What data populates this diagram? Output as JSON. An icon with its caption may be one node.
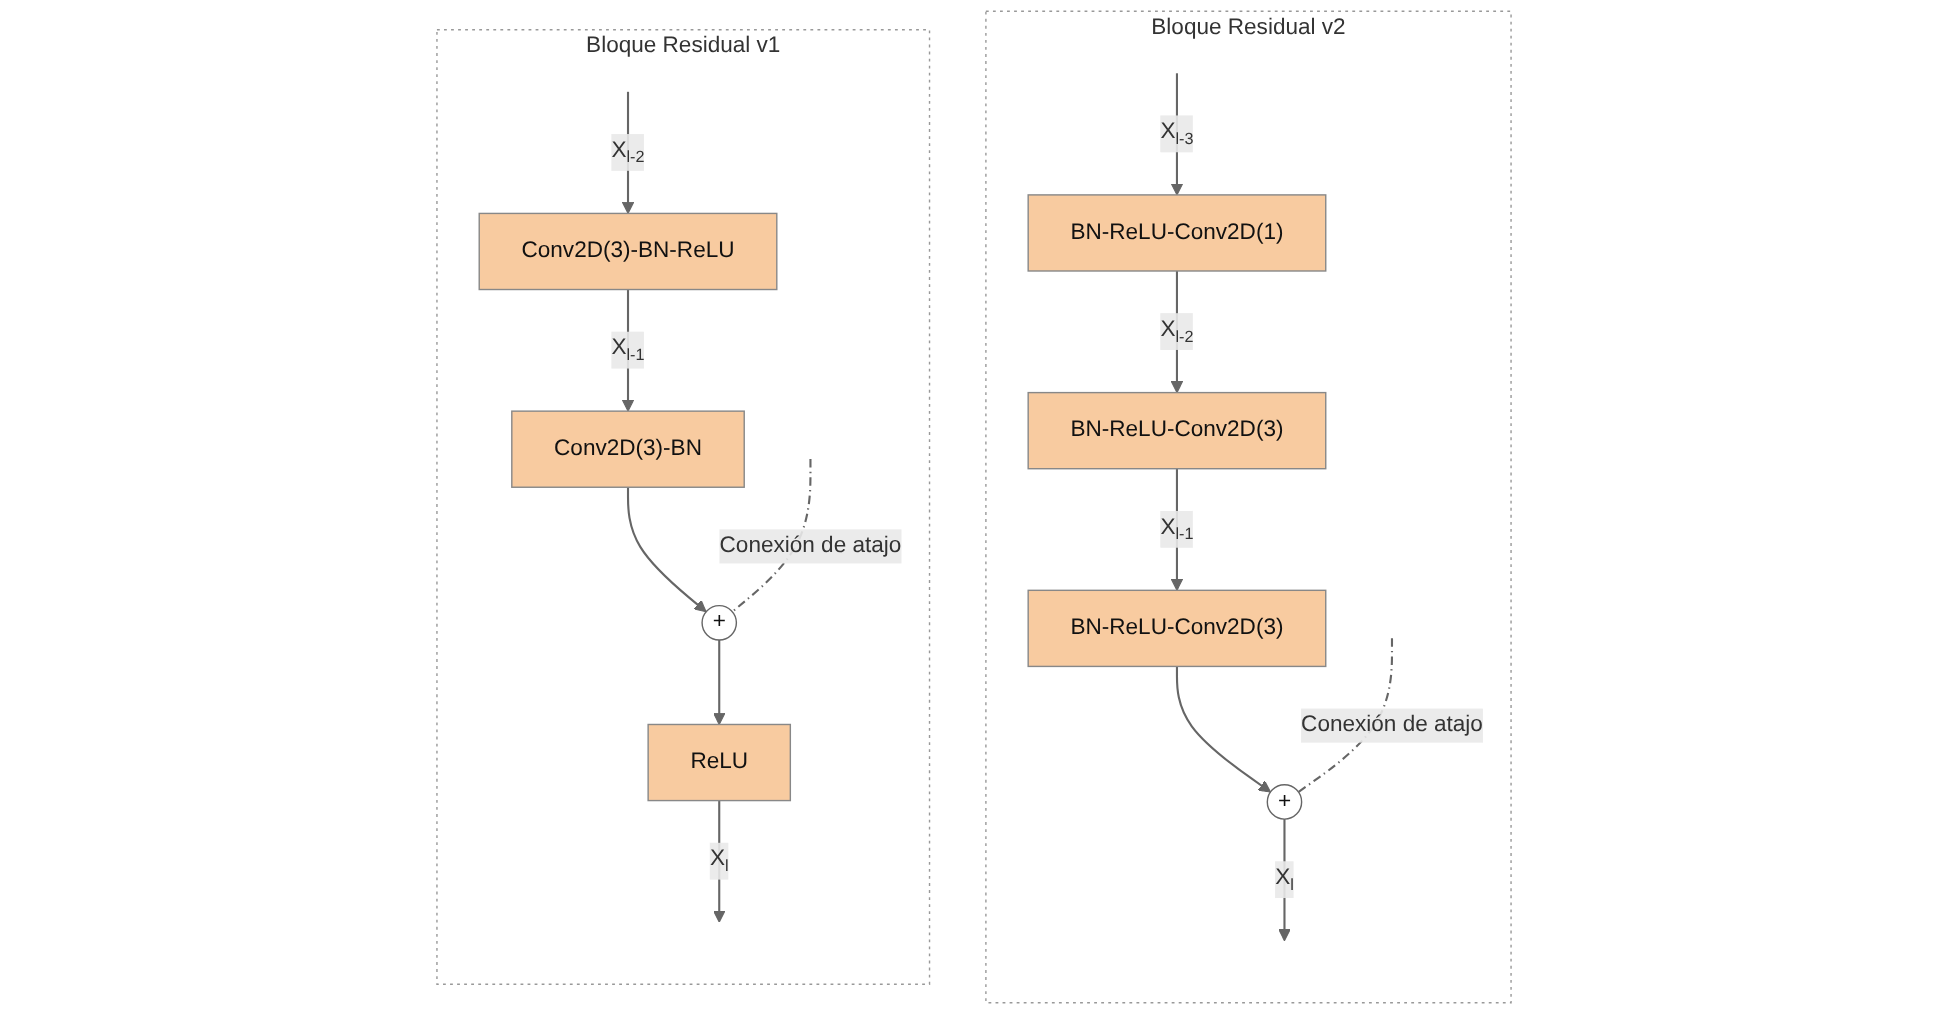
{
  "diagram": {
    "nodes": [
      {
        "text": [
          "Bloque Residual v1"
        ]
      },
      {
        "text": [
          "Conv2D(3)-BN-ReLU"
        ],
        "in": 0
      },
      {
        "text": [
          "Conv2D(3)-BN"
        ],
        "in": 0
      },
      {
        "text": [
          "+"
        ],
        "in": 0
      },
      {
        "text": [
          "ReLU"
        ],
        "in": 0
      },
      {
        "text": [
          "Bloque Residual v2"
        ]
      },
      {
        "text": [
          "BN-ReLU-Conv2D(1)"
        ],
        "in": 5
      },
      {
        "text": [
          "BN-ReLU-Conv2D(3)"
        ],
        "in": 5
      },
      {
        "text": [
          "BN-ReLU-Conv2D(3)"
        ],
        "in": 5
      },
      {
        "text": [
          "+"
        ],
        "in": 5
      }
    ],
    "edges": [
      {
        "from": null,
        "to": 1,
        "arrow": "to",
        "label": "X$_{l-2}$"
      },
      {
        "from": 1,
        "to": 2,
        "arrow": "to",
        "label": "X$_{l-1}$"
      },
      {
        "from": 2,
        "to": 3,
        "arrow": "to"
      },
      {
        "from": null,
        "to": 3,
        "arrow": "none",
        "style": "dashed",
        "label": "Conexión de atajo"
      },
      {
        "from": 3,
        "to": 4,
        "arrow": "to"
      },
      {
        "from": 4,
        "to": null,
        "arrow": "to",
        "label": "X$_{l}$"
      },
      {
        "from": null,
        "to": 6,
        "arrow": "to",
        "label": "X$_{l-3}$"
      },
      {
        "from": 6,
        "to": 7,
        "arrow": "to",
        "label": "X$_{l-2}$"
      },
      {
        "from": 7,
        "to": 8,
        "arrow": "to",
        "label": "X$_{l-1}$"
      },
      {
        "from": 8,
        "to": 9,
        "arrow": "to"
      },
      {
        "from": null,
        "to": 9,
        "arrow": "none",
        "style": "dashed",
        "label": "Conexión de atajo"
      },
      {
        "from": 9,
        "to": null,
        "arrow": "to",
        "label": "X$_{l}$"
      }
    ]
  }
}
